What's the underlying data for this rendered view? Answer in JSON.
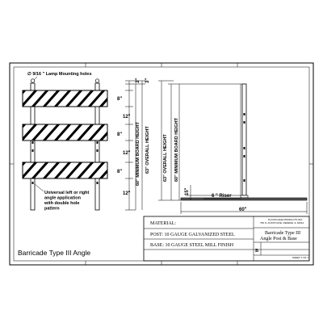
{
  "drawing": {
    "title": "Barricade Type III Angle",
    "notes": {
      "lamp_holes": "∅ 9/16 \" Lamp Mounting holes",
      "universal": [
        "Universal left or right",
        "angle application",
        "with double hole",
        "pattern"
      ]
    },
    "dims_front": {
      "top": "3\"",
      "gap1": "8\"",
      "space1": "12\"",
      "gap2": "8\"",
      "space2": "12\"",
      "gap3": "8\"",
      "bottom": "12\"",
      "min_board": "60\" MINIMUM BOARD HEIGHT",
      "overall": "63\" OVERALL HEIGHT"
    },
    "dims_side": {
      "top": "3\"",
      "overall": "63\" OVERALL HEIGHT",
      "min_board": "60\" MINIMUM BOARD HEIGHT",
      "foot": "15\"",
      "riser": "6 \" Riser",
      "base": "60\""
    }
  },
  "title_block": {
    "material_label": "MATERIAL:",
    "post": "POST:  10 GAUGE GALVANIZED STEEL",
    "base": "BASE:  10 GAUGE STEEL MILL FINISH",
    "company": [
      "PLASTICADE PRODUCTS INC.",
      "750 N. AUSTIN AVE, DEDEKE, IL 62014"
    ],
    "part_title": [
      "Barricade Type III",
      "Angle Post & Base"
    ],
    "size": "B",
    "sheet": "SHEET 1 OF 1"
  }
}
